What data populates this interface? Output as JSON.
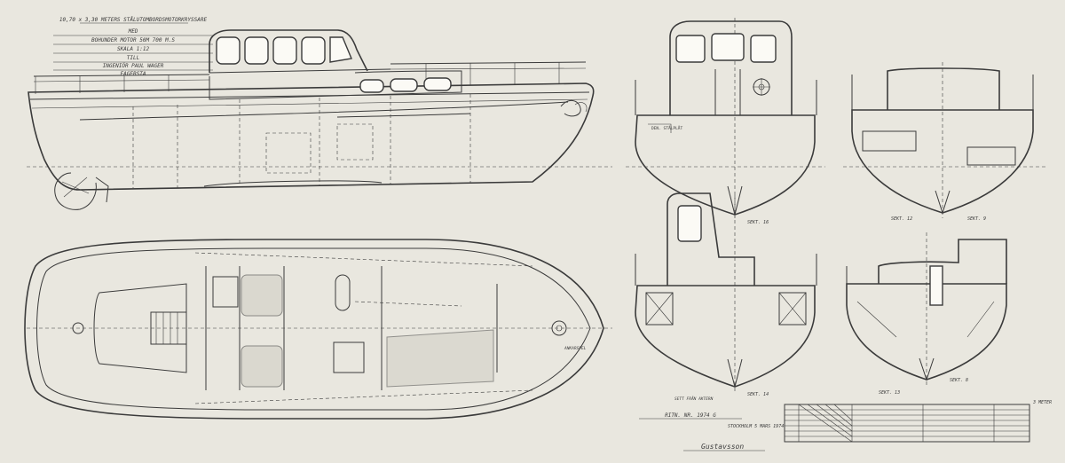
{
  "title_block": {
    "line1": "10,70 x 3,30 METERS STÅLUTOMBORDSMOTORKRYSSARE",
    "line2": "MED",
    "line3": "BOHUNDER MOTOR 50M 700 M.S",
    "line4": "SKALA 1:12",
    "line5": "TILL",
    "line6": "INGENIÖR PAUL WAGER",
    "line7": "FAGERSTA"
  },
  "labels": {
    "sect_a": "SEKT. 16",
    "sect_b": "SEKT. 12",
    "sect_c": "SEKT. 9",
    "sect_d": "SEKT. 14",
    "sect_e": "SEKT. 13",
    "sect_f": "SEKT. 8",
    "stern_note": "DEN. STÅLPLÅT",
    "bow_note": "ANKARSPEL",
    "sect_sub": "SEKT. 14\nSETT FRÅN AKTERN"
  },
  "drawing_no": "RITN. NR. 1974 G",
  "place_date": "STOCKHOLM 5 MARS 1974",
  "signature": "Gustavsson",
  "scale_bar_label": "3 METER",
  "colors": {
    "paper": "#e9e7df",
    "ink": "#3b3b3b"
  }
}
